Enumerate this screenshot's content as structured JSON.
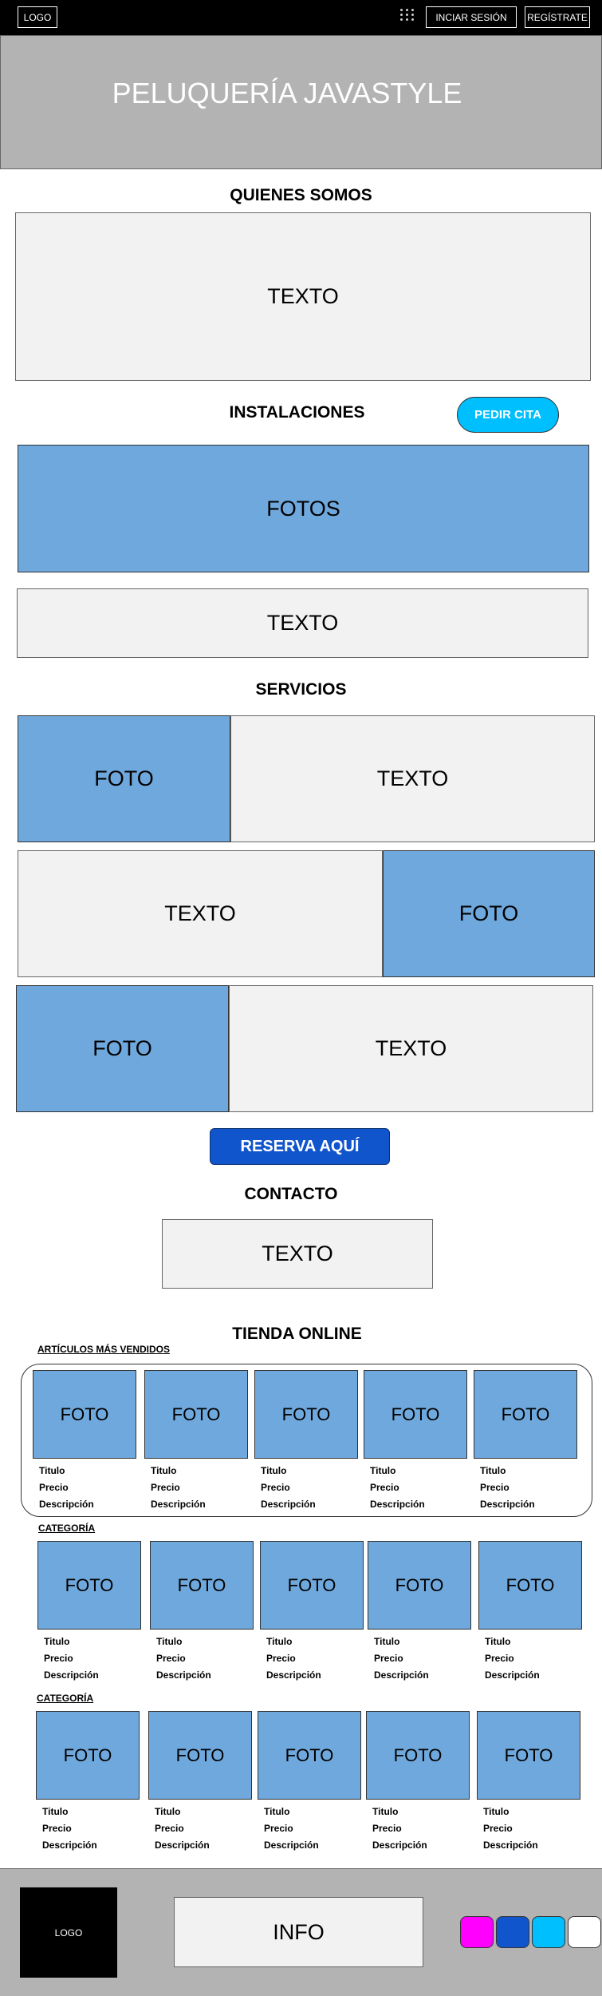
{
  "header": {
    "logo_label": "LOGO",
    "login_label": "INCIAR SESIÓN",
    "register_label": "REGÍSTRATE",
    "menu_icon": "grid-menu-icon"
  },
  "hero": {
    "title": "PELUQUERÍA JAVASTYLE"
  },
  "about": {
    "title": "QUIENES SOMOS",
    "text": "TEXTO"
  },
  "facilities": {
    "title": "INSTALACIONES",
    "cta_label": "PEDIR CITA",
    "photos_label": "FOTOS",
    "text": "TEXTO"
  },
  "services": {
    "title": "SERVICIOS",
    "rows": [
      {
        "photo": "FOTO",
        "text": "TEXTO"
      },
      {
        "photo": "FOTO",
        "text": "TEXTO"
      },
      {
        "photo": "FOTO",
        "text": "TEXTO"
      }
    ],
    "reserve_label": "RESERVA AQUÍ"
  },
  "contact": {
    "title": "CONTACTO",
    "text": "TEXTO"
  },
  "shop": {
    "title": "TIENDA ONLINE",
    "sections": [
      {
        "title": "ARTÍCULOS MÁS VENDIDOS"
      },
      {
        "title": "CATEGORÍA"
      },
      {
        "title": "CATEGORÍA"
      }
    ],
    "product": {
      "photo": "FOTO",
      "title": "Titulo",
      "price": "Precio",
      "description": "Descripción"
    }
  },
  "footer": {
    "logo_label": "LOGO",
    "info_label": "INFO",
    "swatches": [
      "#ff00ff",
      "#1155cc",
      "#00bfff",
      "#ffffff"
    ]
  }
}
